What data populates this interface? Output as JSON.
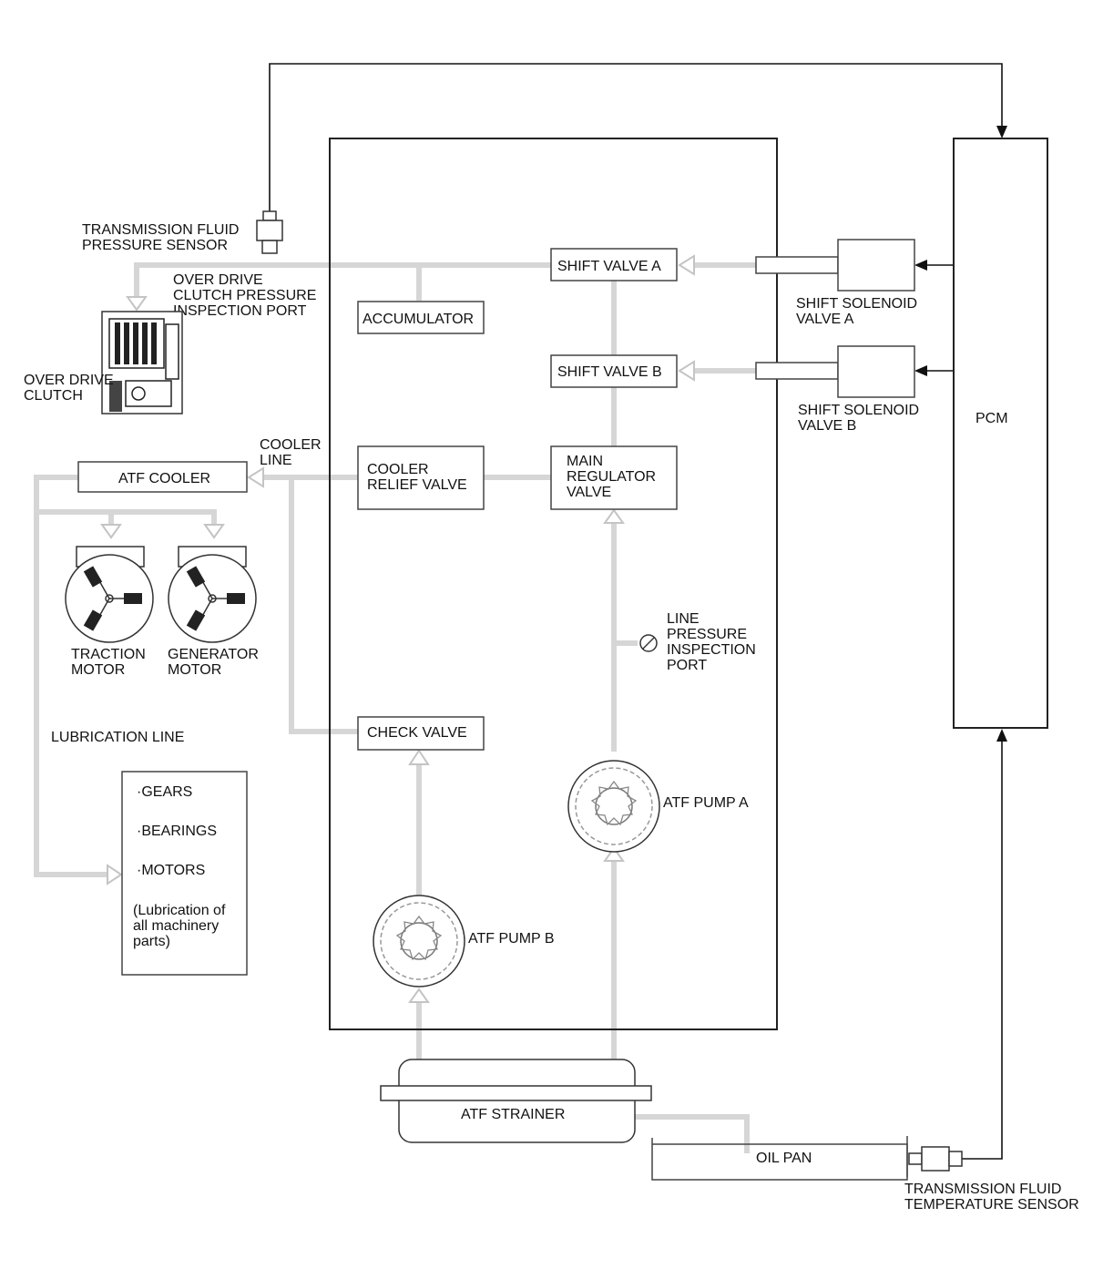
{
  "labels": {
    "tf_pressure_sensor": [
      "TRANSMISSION FLUID",
      "PRESSURE SENSOR"
    ],
    "od_clutch_port": [
      "OVER DRIVE",
      "CLUTCH PRESSURE",
      "INSPECTION PORT"
    ],
    "od_clutch": [
      "OVER DRIVE",
      "CLUTCH"
    ],
    "accumulator": "ACCUMULATOR",
    "shift_valve_a": "SHIFT VALVE A",
    "shift_valve_b": "SHIFT VALVE B",
    "shift_solenoid_a": [
      "SHIFT SOLENOID",
      "VALVE A"
    ],
    "shift_solenoid_b": [
      "SHIFT SOLENOID",
      "VALVE B"
    ],
    "pcm": "PCM",
    "cooler_line": [
      "COOLER",
      "LINE"
    ],
    "atf_cooler": "ATF COOLER",
    "cooler_relief_valve": [
      "COOLER",
      "RELIEF VALVE"
    ],
    "main_regulator_valve": [
      "MAIN",
      "REGULATOR",
      "VALVE"
    ],
    "traction_motor": [
      "TRACTION",
      "MOTOR"
    ],
    "generator_motor": [
      "GENERATOR",
      "MOTOR"
    ],
    "line_pressure_port": [
      "LINE",
      "PRESSURE",
      "INSPECTION",
      "PORT"
    ],
    "lubrication_line": "LUBRICATION LINE",
    "check_valve": "CHECK VALVE",
    "lubricated_items": [
      "·GEARS",
      "·BEARINGS",
      "·MOTORS"
    ],
    "lubrication_note": [
      "(Lubrication of",
      "all machinery",
      "parts)"
    ],
    "atf_pump_a": "ATF PUMP A",
    "atf_pump_b": "ATF PUMP B",
    "atf_strainer": "ATF STRAINER",
    "oil_pan": "OIL PAN",
    "tf_temperature_sensor": [
      "TRANSMISSION FLUID",
      "TEMPERATURE SENSOR"
    ]
  },
  "colors": {
    "fluid_line": "#d6d6d6",
    "signal_line": "#111111",
    "box_border": "#444444"
  }
}
